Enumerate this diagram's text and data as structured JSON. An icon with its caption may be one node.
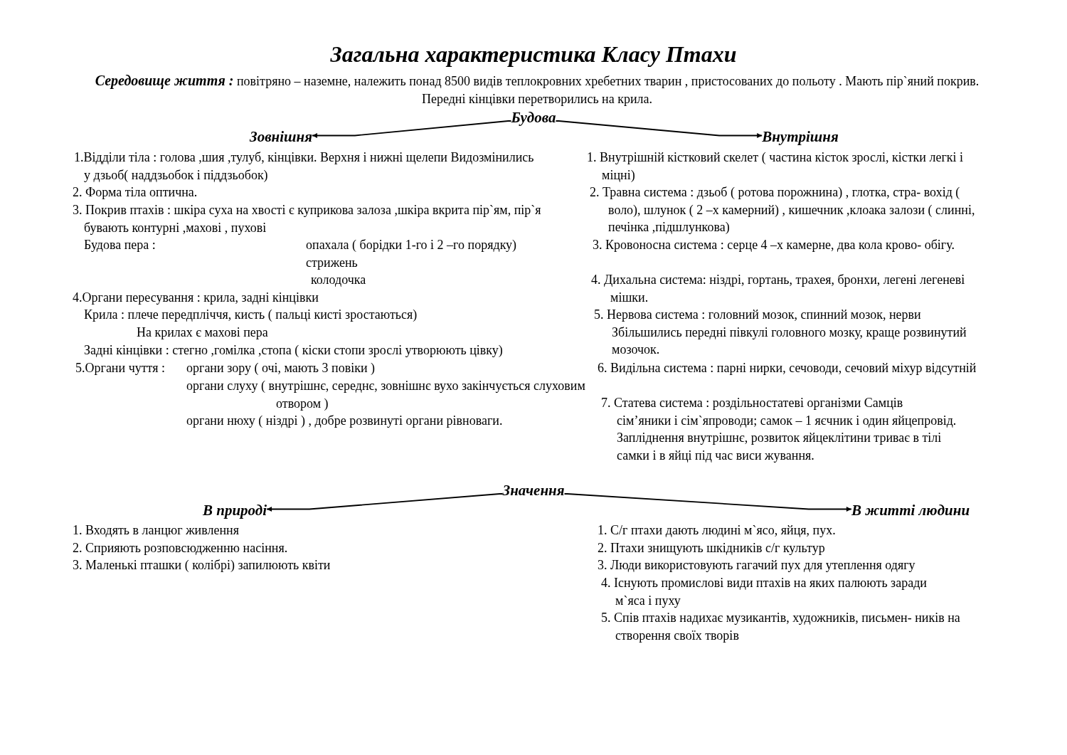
{
  "diagram": {
    "title": "Загальна характеристика Класу Птахи",
    "nodes": [
      {
        "text": [
          "Будова"
        ]
      },
      {
        "text": [
          "Зовнішня"
        ]
      },
      {
        "text": [
          "Внутрішня"
        ]
      },
      {
        "text": [
          "Значення"
        ]
      },
      {
        "text": [
          "В природі"
        ]
      },
      {
        "text": [
          "В житті людини"
        ]
      }
    ],
    "edges": [
      {
        "from": 0,
        "to": 1,
        "arrow": "to"
      },
      {
        "from": 0,
        "to": 2,
        "arrow": "to"
      },
      {
        "from": 3,
        "to": 4,
        "arrow": "to"
      },
      {
        "from": 3,
        "to": 5,
        "arrow": "to"
      }
    ],
    "labels": [
      "**Середовище життя :** повітряно – наземне, належить понад 8500 видів теплокровних хребетних тварин , пристосованих до польоту . Мають пір`яний покрив. Передні кінцівки перетворились на крила.",
      "1.Відділи тіла : голова ,шия ,тулуб, кінцівки. Верхня і нижні щелепи Видозмінились у дзьоб( наддзьобок і піддзьобок)",
      "2. Форма тіла оптична.",
      "3. Покрив птахів : шкіра суха на хвості є куприкова залоза ,шкіра вкрита пір`ям, пір`я бувають контурні ,махові , пухові",
      "Будова пера :",
      "опахала ( борідки 1-го і 2 –го порядку)",
      "стрижень",
      "колодочка",
      "4.Органи пересування : крила, задні кінцівки",
      "Крила : плече передпліччя, кисть ( пальці кисті зростаються)",
      "На крилах є махові пера",
      "Задні кінцівки : стегно ,гомілка ,стопа ( кіски стопи зрослі утворюють цівку)",
      "5.Органи чуття :",
      "органи зору ( очі, мають 3 повіки )",
      "органи слуху ( внутрішнє, середнє, зовнішнє вухо закінчується слуховим отвором )",
      "органи нюху ( ніздрі ) , добре розвинуті органи рівноваги.",
      "1. Внутрішній кістковий скелет ( частина кісток зрослі, кістки легкі і міцні)",
      "2. Травна система : дзьоб ( ротова порожнина) , глотка, стра- вохід ( воло), шлунок ( 2 –х камерний) , кишечник ,клоака залози ( слинні, печінка ,підшлункова)",
      "3. Кровоносна система : серце 4 –х камерне, два кола крово- обігу.",
      "4. Дихальна система: ніздрі, гортань, трахея, бронхи, легені легеневі мішки.",
      "5. Нервова система : головний мозок, спинний мозок, нерви Збільшились передні півкулі головного мозку, краще розвинутий мозочок.",
      "6. Видільна система : парні нирки, сечоводи, сечовий міхур відсутній",
      "7. Статева система : роздільностатеві організми Самців сім’яники і сім`япроводи; самок – 1 яєчник і один яйцепровід. Запліднення внутрішнє, розвиток яйцеклітини триває в тілі самки і в яйці під час виси жування.",
      "1. Входять в ланцюг живлення",
      "2. Сприяють розповсюдженню насіння.",
      "3. Маленькі пташки ( колібрі) запилюють квіти",
      "1. С/г птахи дають людині м`ясо, яйця, пух.",
      "2. Птахи знищують шкідників с/г культур",
      "3. Люди використовують гагачий пух для утеплення одягу",
      "4. Існують промислові види птахів на яких палюють заради м`яса і пуху",
      "5. Спів птахів надихає музикантів, художників, письмен- ників на створення своїх творів"
    ]
  }
}
